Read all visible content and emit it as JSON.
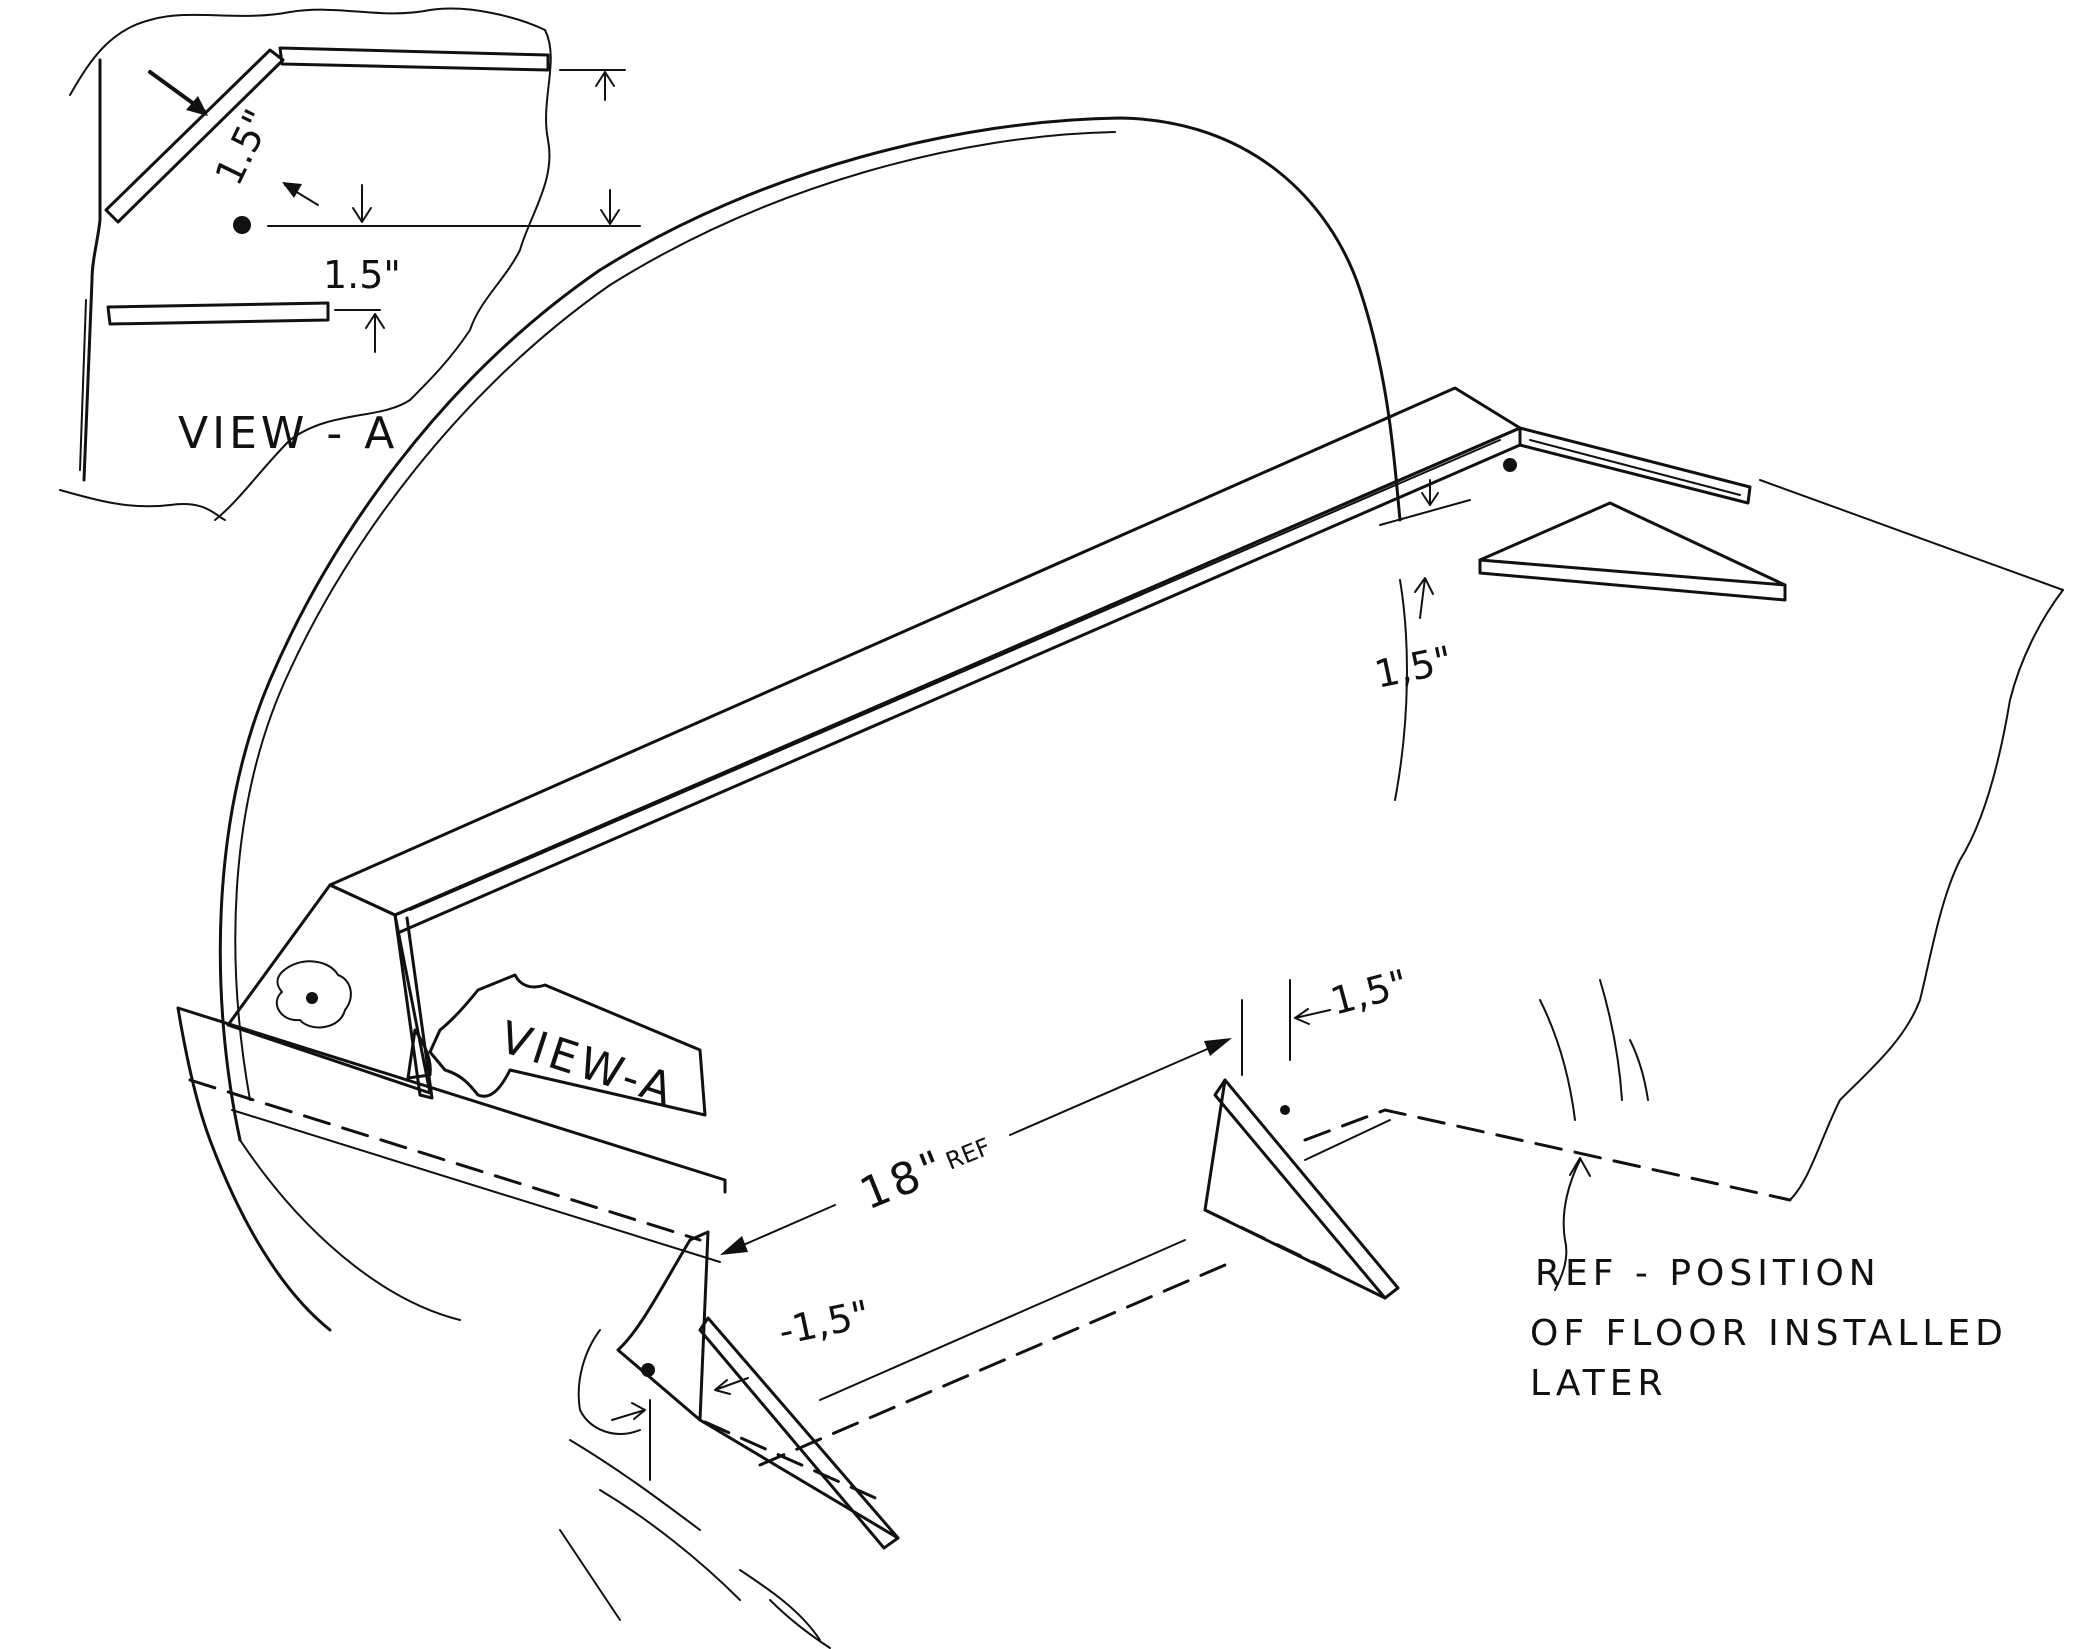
{
  "inset": {
    "title": "VIEW - A",
    "dim_angled": "1.5\"",
    "dim_upper": "1.5\""
  },
  "main": {
    "dim_top_right": "1,5\"",
    "dim_floor_gap": "1,5\"",
    "dim_lower_gap": "-1,5\"",
    "dim_spacing": "18\"",
    "dim_spacing_suffix": "REF",
    "view_pointer": "VIEW-A"
  },
  "note": {
    "line1": "REF - POSITION",
    "line2": "OF FLOOR INSTALLED",
    "line3": "LATER"
  }
}
